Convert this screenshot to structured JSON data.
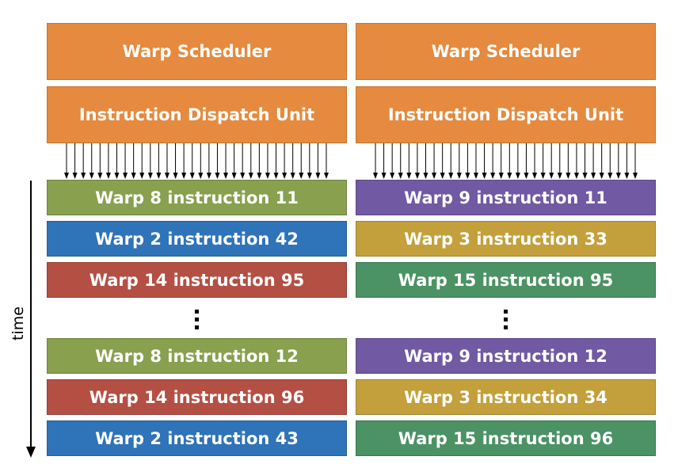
{
  "columns": [
    {
      "header": "Warp Scheduler",
      "dispatch": "Instruction Dispatch Unit",
      "rows_top": [
        {
          "label": "Warp 8 instruction 11",
          "color": "#89a04f"
        },
        {
          "label": "Warp 2 instruction 42",
          "color": "#2f73b8"
        },
        {
          "label": "Warp 14 instruction 95",
          "color": "#b44f44"
        }
      ],
      "rows_bottom": [
        {
          "label": "Warp 8 instruction 12",
          "color": "#89a04f"
        },
        {
          "label": "Warp 14 instruction 96",
          "color": "#b44f44"
        },
        {
          "label": "Warp 2 instruction 43",
          "color": "#2f73b8"
        }
      ]
    },
    {
      "header": "Warp Scheduler",
      "dispatch": "Instruction Dispatch Unit",
      "rows_top": [
        {
          "label": "Warp 9 instruction 11",
          "color": "#7159a3"
        },
        {
          "label": "Warp 3 instruction 33",
          "color": "#c4a03c"
        },
        {
          "label": "Warp 15 instruction 95",
          "color": "#4b9264"
        }
      ],
      "rows_bottom": [
        {
          "label": "Warp 9 instruction 12",
          "color": "#7159a3"
        },
        {
          "label": "Warp 3 instruction 34",
          "color": "#c4a03c"
        },
        {
          "label": "Warp 15 instruction 96",
          "color": "#4b9264"
        }
      ]
    }
  ],
  "time_label": "time",
  "colors": {
    "header": "#e58a3e"
  }
}
